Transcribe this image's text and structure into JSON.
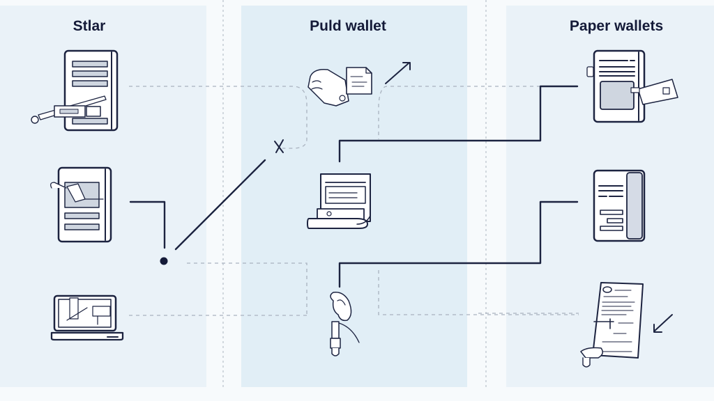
{
  "columns": [
    {
      "title": "Stlar"
    },
    {
      "title": "Puld wallet"
    },
    {
      "title": "Paper wallets"
    }
  ],
  "nodes": {
    "left": [
      {
        "icon": "notebook-with-key-icon"
      },
      {
        "icon": "booklet-with-card-icon"
      },
      {
        "icon": "laptop-icon"
      }
    ],
    "middle": [
      {
        "icon": "documents-cluster-icon"
      },
      {
        "icon": "printed-receipt-icon"
      },
      {
        "icon": "usb-key-icon"
      }
    ],
    "right": [
      {
        "icon": "paper-wallet-notebook-icon"
      },
      {
        "icon": "paper-wallet-card-icon"
      },
      {
        "icon": "signed-document-icon"
      }
    ]
  },
  "colors": {
    "ink": "#1c2340",
    "title": "#141a38",
    "panel": "#eaf2f8",
    "panel_mid": "#e1eef6",
    "dashed": "#a9b2bf"
  }
}
